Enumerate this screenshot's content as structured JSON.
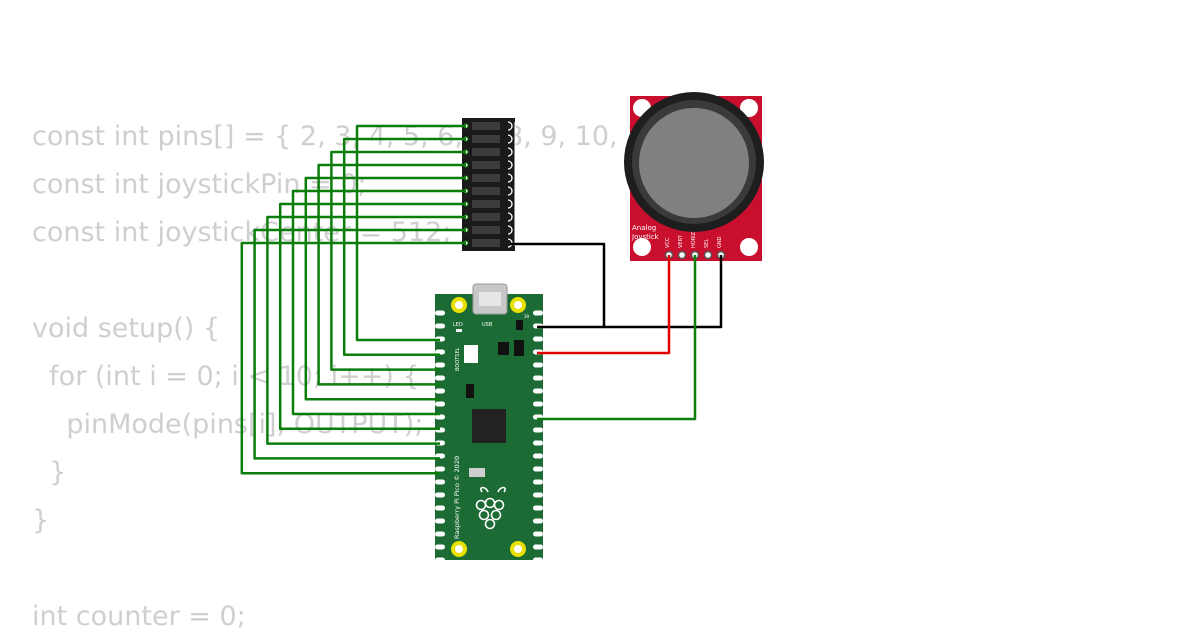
{
  "code_lines": [
    "const int pins[] = { 2, 3, 4, 5, 6, 7, 8, 9, 10, 11 };",
    "const int joystickPin = 0;",
    "const int joystickCenter = 512;",
    "",
    "void setup() {",
    "  for (int i = 0; i < 10; i++) {",
    "    pinMode(pins[i], OUTPUT);",
    "  }",
    "}",
    "",
    "int counter = 0;"
  ],
  "pico": {
    "led_label": "LED",
    "usb_label": "USB",
    "pin_number": "39",
    "bootsel_label": "BOOTSEL",
    "board_label": "Raspberry Pi Pico © 2020",
    "color": "#1d6b34"
  },
  "joystick": {
    "title_line1": "Analog",
    "title_line2": "Joystick",
    "pins": [
      "VCC",
      "VERT",
      "HORIZ",
      "SEL",
      "GND"
    ],
    "color": "#c8102e"
  },
  "bargraph": {
    "segments": 10
  },
  "wire_colors": {
    "signal": "#0a7d0a",
    "power": "#e00000",
    "ground": "#000000"
  }
}
